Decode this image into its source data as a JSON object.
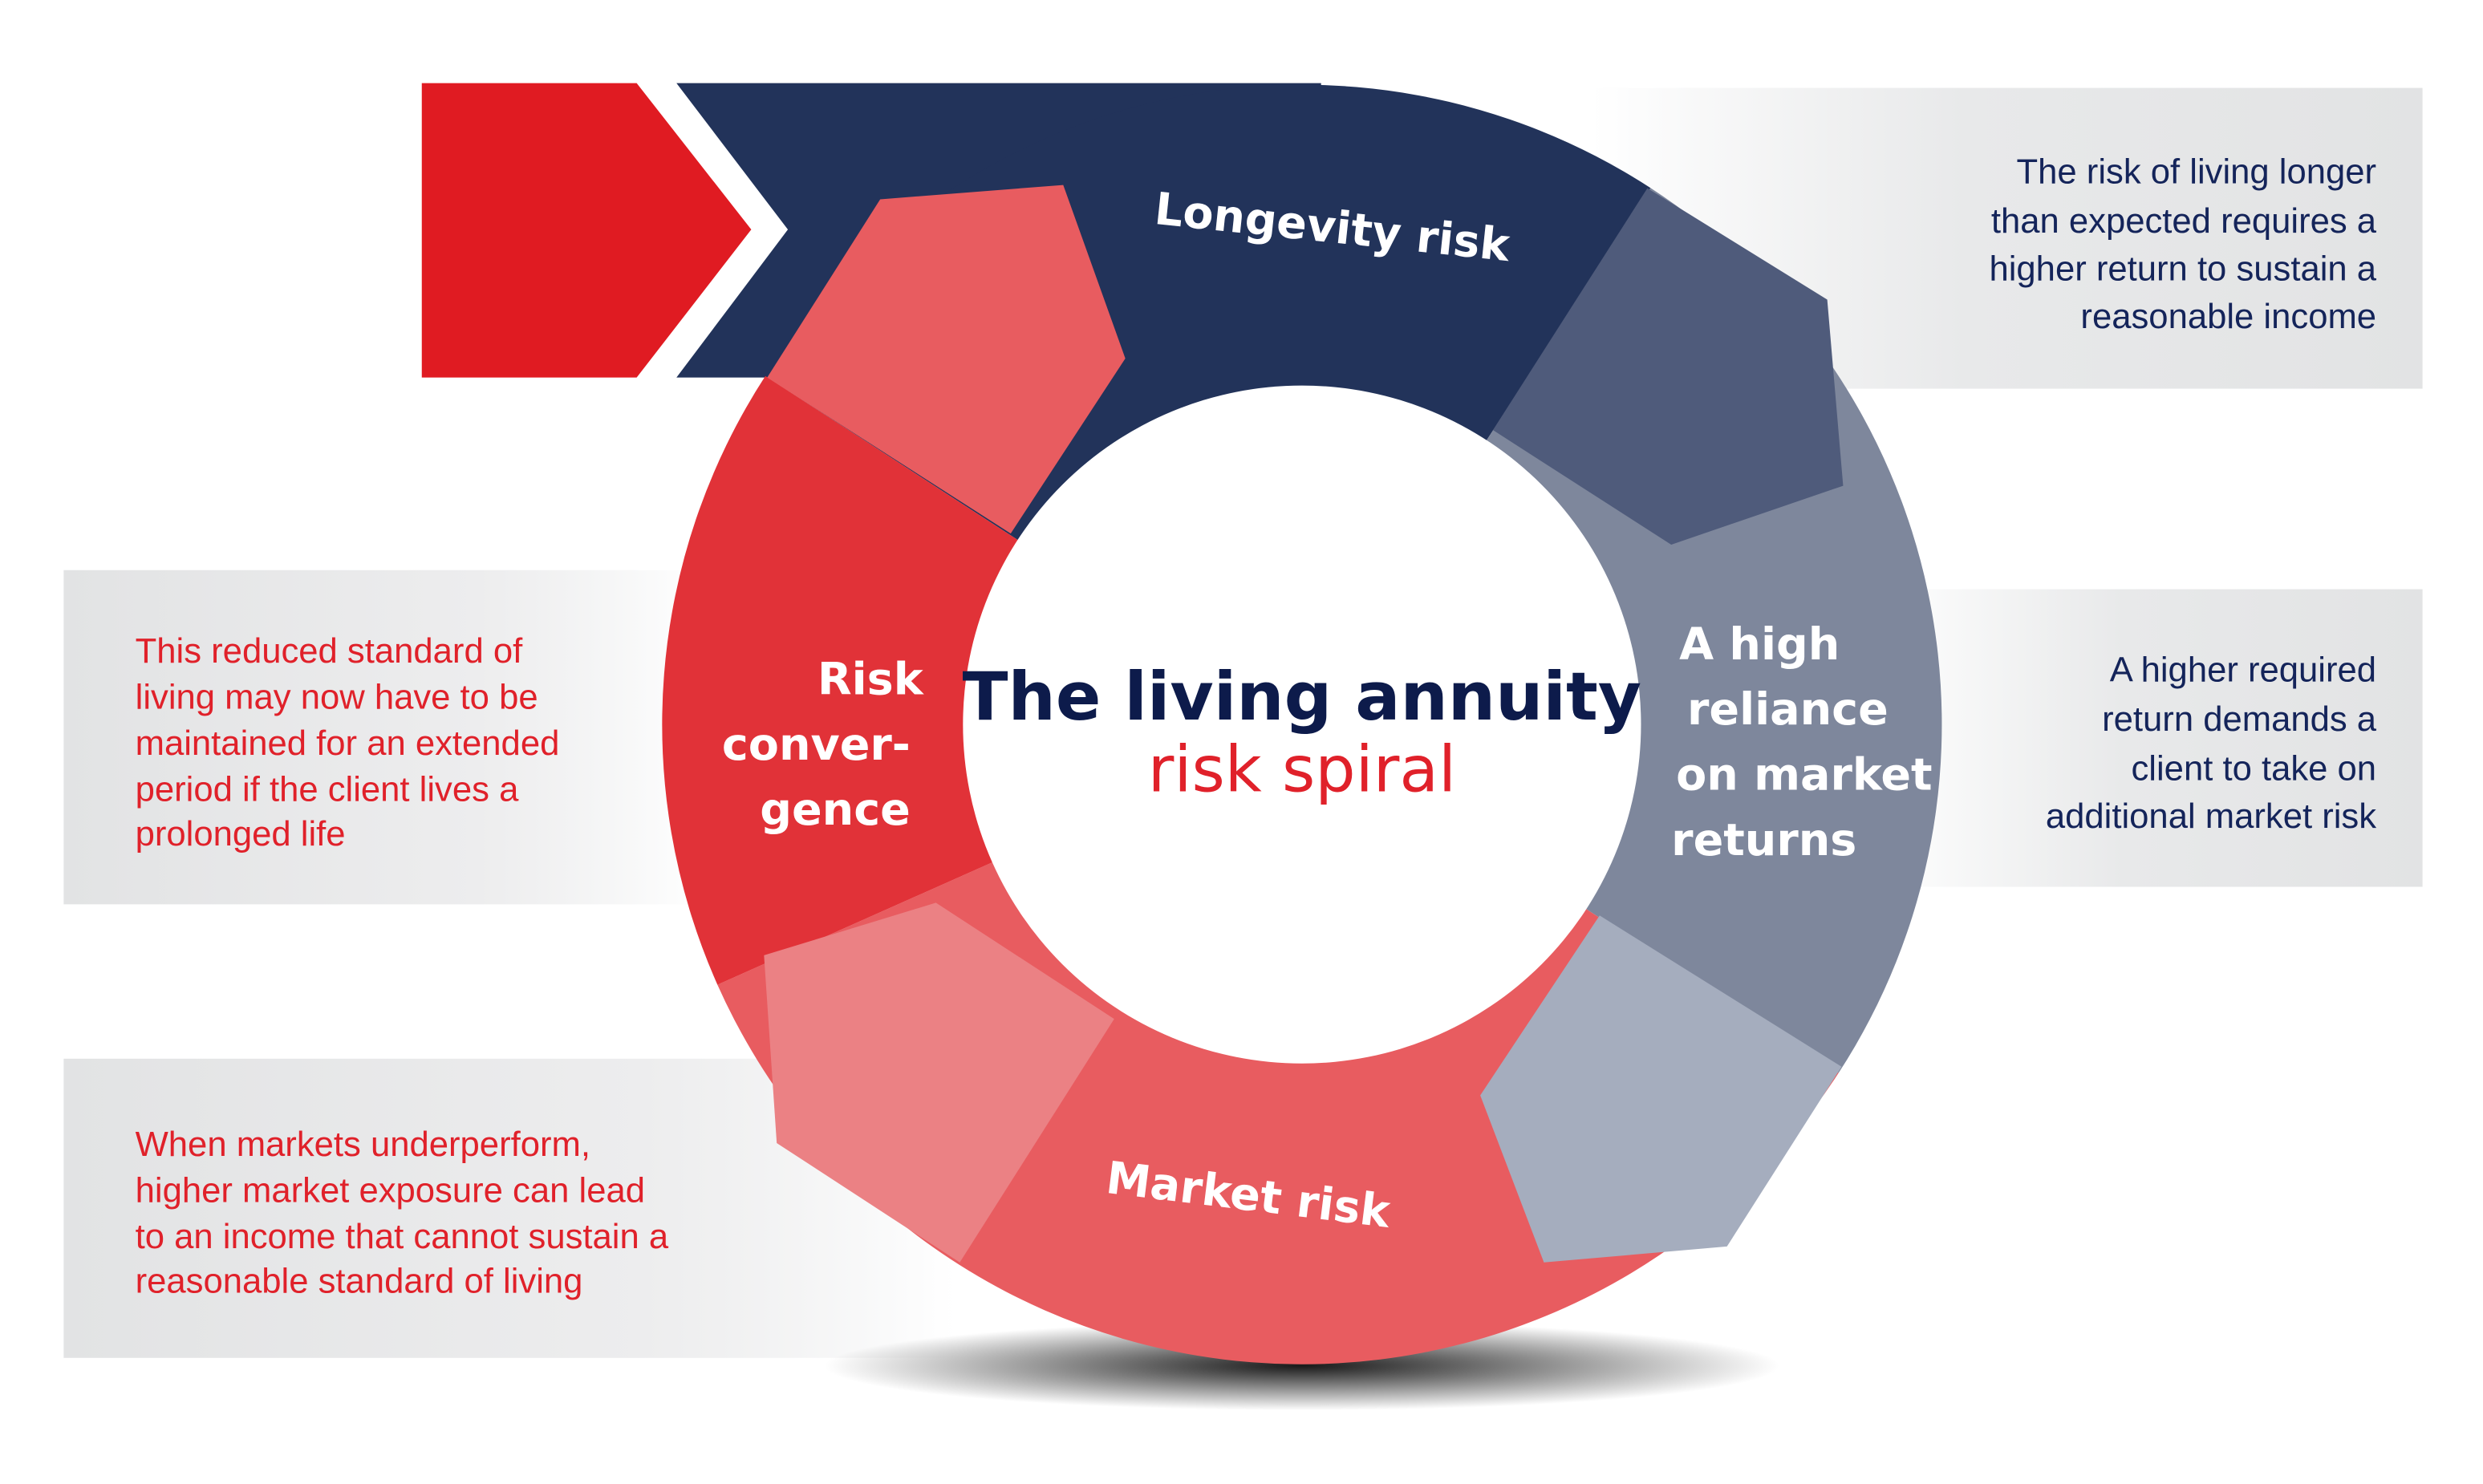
{
  "title": {
    "line1": "The living annuity",
    "line2": "risk spiral"
  },
  "segments": {
    "longevity": "Longevity risk",
    "reliance": [
      "A high",
      "reliance",
      "on market",
      "returns"
    ],
    "market": "Market risk",
    "convergence": [
      "Risk",
      "conver-",
      "gence"
    ]
  },
  "descriptions": {
    "longevity": [
      "The risk of living longer",
      "than expected requires a",
      "higher return to sustain a",
      "reasonable income"
    ],
    "reliance": [
      "A higher required",
      "return demands a",
      "client to take on",
      "additional market risk"
    ],
    "convergence": [
      "This reduced standard of",
      "living may now have to be",
      "maintained for an extended",
      "period if the client lives a",
      "prolonged life"
    ],
    "market": [
      "When markets underperform,",
      "higher market exposure can lead",
      "to an income that cannot sustain a",
      "reasonable standard of living"
    ]
  },
  "colors": {
    "navy": "#22335a",
    "red": "#e0212a",
    "slate": "#7e879c",
    "coral": "#e85c60",
    "crimson": "#e13238"
  }
}
